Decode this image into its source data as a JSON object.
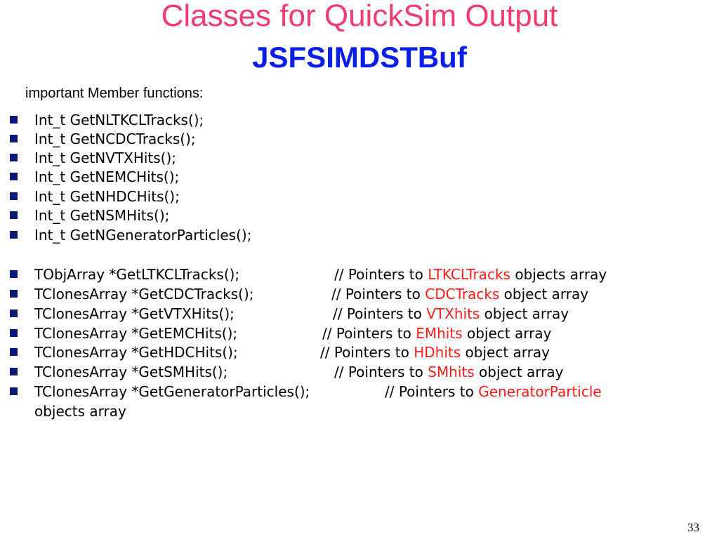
{
  "slide": {
    "title": "Classes for QuickSim Output",
    "subtitle": "JSFSIMDSTBuf",
    "intro": "important Member functions:",
    "page_number": "33"
  },
  "int_functions": [
    "Int_t GetNLTKCLTracks();",
    "Int_t GetNCDCTracks();",
    "Int_t GetNVTXHits();",
    "Int_t GetNEMCHits();",
    "Int_t GetNHDCHits();",
    "Int_t GetNSMHits();",
    "Int_t GetNGeneratorParticles();"
  ],
  "array_functions": [
    {
      "decl": "TObjArray *GetLTKCLTracks();",
      "comment": "// Pointers to ",
      "highlight": "LTKCLTracks",
      "suffix": " objects array"
    },
    {
      "decl": "TClonesArray *GetCDCTracks();",
      "comment": "// Pointers to ",
      "highlight": "CDCTracks",
      "suffix": " object array"
    },
    {
      "decl": "TClonesArray *GetVTXHits();",
      "comment": "// Pointers to ",
      "highlight": "VTXhits",
      "suffix": " object array"
    },
    {
      "decl": "TClonesArray *GetEMCHits();",
      "comment": "// Pointers to ",
      "highlight": "EMhits",
      "suffix": " object array"
    },
    {
      "decl": "TClonesArray *GetHDCHits();",
      "comment": "// Pointers to ",
      "highlight": "HDhits",
      "suffix": " object array"
    },
    {
      "decl": "TClonesArray *GetSMHits();",
      "comment": "// Pointers to ",
      "highlight": "SMhits",
      "suffix": " object array"
    },
    {
      "decl": "TClonesArray *GetGeneratorParticles();",
      "comment": "// Pointers to ",
      "highlight": "GeneratorParticle",
      "suffix": "",
      "continuation": "objects array"
    }
  ],
  "colors": {
    "title": "#f03c6e",
    "subtitle": "#0a1ee6",
    "highlight": "#ff1a1a",
    "bullet": "#0a1a78"
  }
}
